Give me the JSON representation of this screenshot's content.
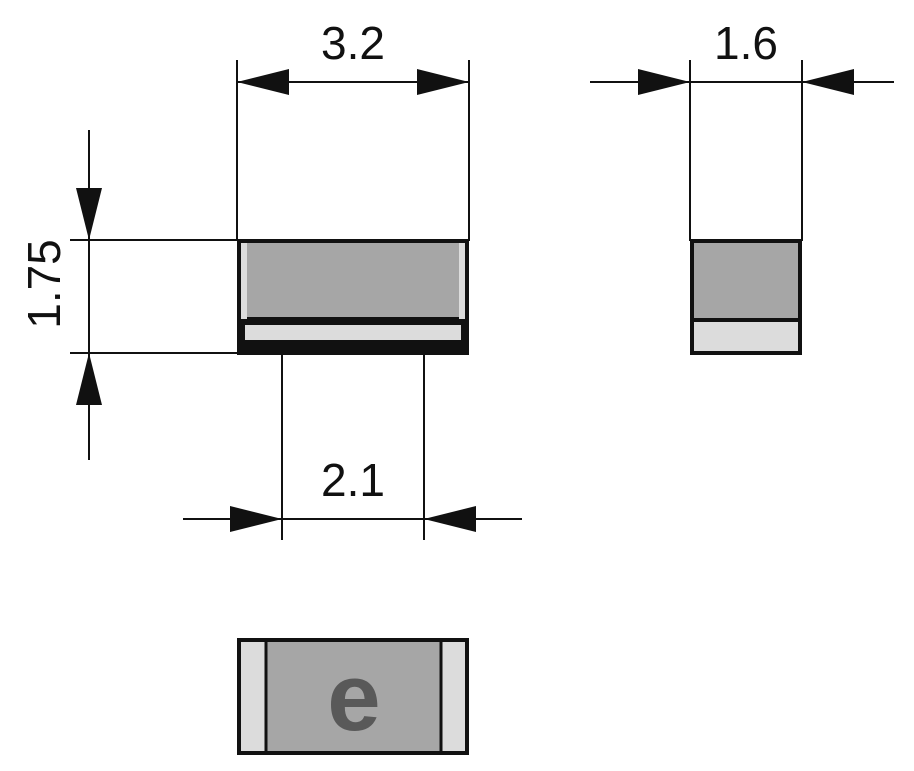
{
  "dimensions": {
    "length": "3.2",
    "width": "1.6",
    "height": "1.75",
    "pad_spacing": "2.1"
  },
  "marking": {
    "letter": "e"
  },
  "colors": {
    "line": "#111111",
    "body_fill": "#a6a6a6",
    "terminal_fill": "#dcdcdc",
    "marking_text": "#595959",
    "background": "#ffffff"
  }
}
